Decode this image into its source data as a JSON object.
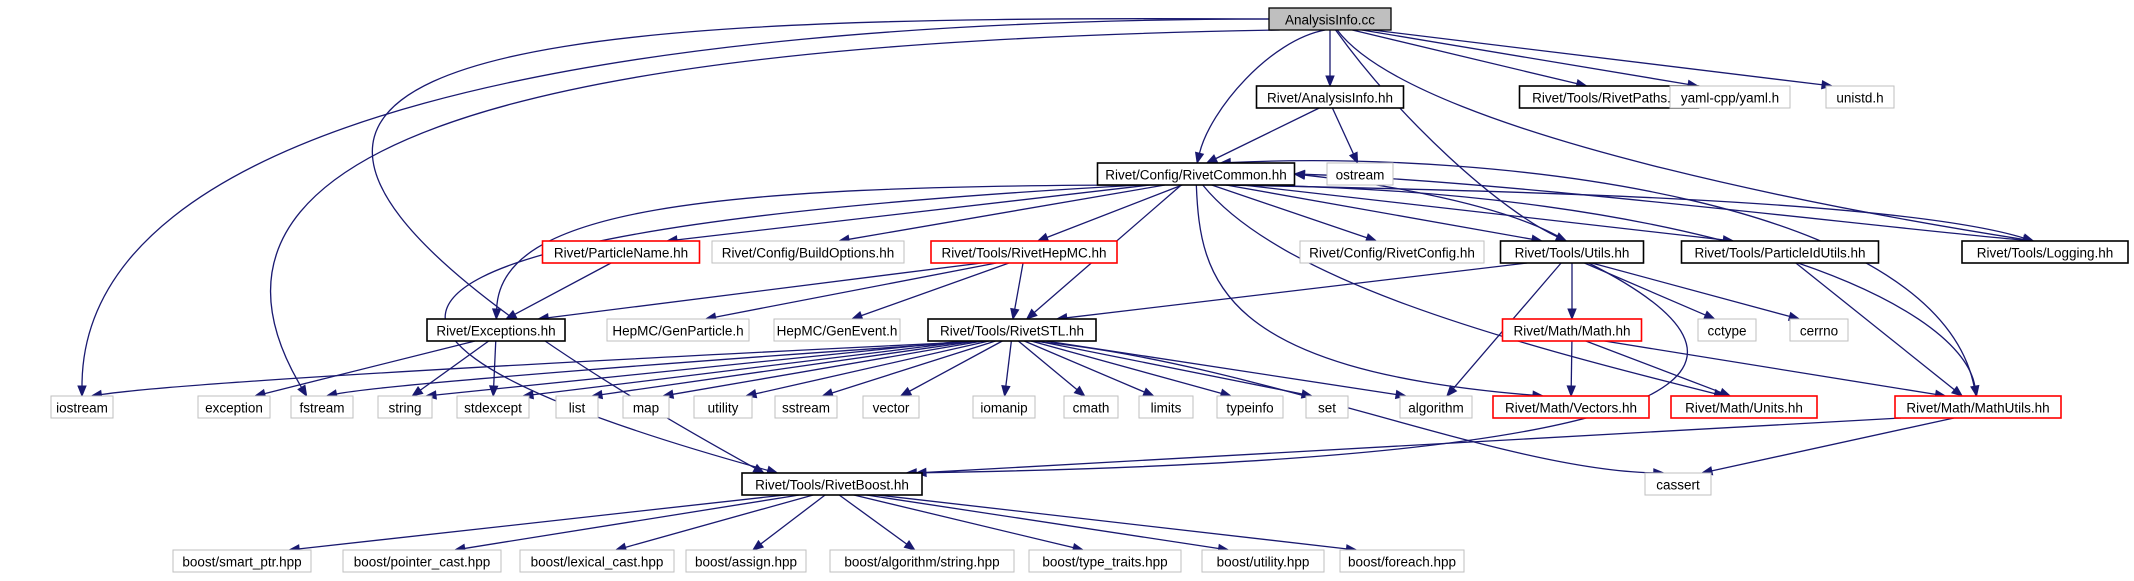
{
  "graph": {
    "nodes": [
      {
        "id": "analysisinfo_cc",
        "label": "AnalysisInfo.cc",
        "style": "root"
      },
      {
        "id": "rivet_analysisinfo_hh",
        "label": "Rivet/AnalysisInfo.hh",
        "style": "documented"
      },
      {
        "id": "rivet_tools_rivetpaths_hh",
        "label": "Rivet/Tools/RivetPaths.hh",
        "style": "documented"
      },
      {
        "id": "yaml_cpp_yaml_h",
        "label": "yaml-cpp/yaml.h",
        "style": "external"
      },
      {
        "id": "unistd_h",
        "label": "unistd.h",
        "style": "external"
      },
      {
        "id": "rivet_config_rivetcommon_hh",
        "label": "Rivet/Config/RivetCommon.hh",
        "style": "documented"
      },
      {
        "id": "ostream",
        "label": "ostream",
        "style": "external"
      },
      {
        "id": "rivet_particlename_hh",
        "label": "Rivet/ParticleName.hh",
        "style": "truncated"
      },
      {
        "id": "rivet_config_buildoptions_hh",
        "label": "Rivet/Config/BuildOptions.hh",
        "style": "external"
      },
      {
        "id": "rivet_tools_rivethepmc_hh",
        "label": "Rivet/Tools/RivetHepMC.hh",
        "style": "truncated"
      },
      {
        "id": "rivet_config_rivetconfig_hh",
        "label": "Rivet/Config/RivetConfig.hh",
        "style": "external"
      },
      {
        "id": "rivet_tools_utils_hh",
        "label": "Rivet/Tools/Utils.hh",
        "style": "documented"
      },
      {
        "id": "rivet_tools_particleidutils_hh",
        "label": "Rivet/Tools/ParticleIdUtils.hh",
        "style": "documented"
      },
      {
        "id": "rivet_tools_logging_hh",
        "label": "Rivet/Tools/Logging.hh",
        "style": "documented"
      },
      {
        "id": "rivet_exceptions_hh",
        "label": "Rivet/Exceptions.hh",
        "style": "documented"
      },
      {
        "id": "hepmc_genparticle_h",
        "label": "HepMC/GenParticle.h",
        "style": "external"
      },
      {
        "id": "hepmc_genevent_h",
        "label": "HepMC/GenEvent.h",
        "style": "external"
      },
      {
        "id": "rivet_tools_rivetstl_hh",
        "label": "Rivet/Tools/RivetSTL.hh",
        "style": "documented"
      },
      {
        "id": "rivet_math_math_hh",
        "label": "Rivet/Math/Math.hh",
        "style": "truncated"
      },
      {
        "id": "cctype",
        "label": "cctype",
        "style": "external"
      },
      {
        "id": "cerrno",
        "label": "cerrno",
        "style": "external"
      },
      {
        "id": "iostream",
        "label": "iostream",
        "style": "external"
      },
      {
        "id": "exception",
        "label": "exception",
        "style": "external"
      },
      {
        "id": "fstream",
        "label": "fstream",
        "style": "external"
      },
      {
        "id": "string",
        "label": "string",
        "style": "external"
      },
      {
        "id": "stdexcept",
        "label": "stdexcept",
        "style": "external"
      },
      {
        "id": "list",
        "label": "list",
        "style": "external"
      },
      {
        "id": "map",
        "label": "map",
        "style": "external"
      },
      {
        "id": "utility",
        "label": "utility",
        "style": "external"
      },
      {
        "id": "sstream",
        "label": "sstream",
        "style": "external"
      },
      {
        "id": "vector",
        "label": "vector",
        "style": "external"
      },
      {
        "id": "iomanip",
        "label": "iomanip",
        "style": "external"
      },
      {
        "id": "cmath",
        "label": "cmath",
        "style": "external"
      },
      {
        "id": "limits",
        "label": "limits",
        "style": "external"
      },
      {
        "id": "typeinfo",
        "label": "typeinfo",
        "style": "external"
      },
      {
        "id": "set",
        "label": "set",
        "style": "external"
      },
      {
        "id": "algorithm",
        "label": "algorithm",
        "style": "external"
      },
      {
        "id": "rivet_math_vectors_hh",
        "label": "Rivet/Math/Vectors.hh",
        "style": "truncated"
      },
      {
        "id": "rivet_math_units_hh",
        "label": "Rivet/Math/Units.hh",
        "style": "truncated"
      },
      {
        "id": "rivet_math_mathutils_hh",
        "label": "Rivet/Math/MathUtils.hh",
        "style": "truncated"
      },
      {
        "id": "rivet_tools_rivetboost_hh",
        "label": "Rivet/Tools/RivetBoost.hh",
        "style": "documented"
      },
      {
        "id": "cassert",
        "label": "cassert",
        "style": "external"
      },
      {
        "id": "boost_smart_ptr_hpp",
        "label": "boost/smart_ptr.hpp",
        "style": "external"
      },
      {
        "id": "boost_pointer_cast_hpp",
        "label": "boost/pointer_cast.hpp",
        "style": "external"
      },
      {
        "id": "boost_lexical_cast_hpp",
        "label": "boost/lexical_cast.hpp",
        "style": "external"
      },
      {
        "id": "boost_assign_hpp",
        "label": "boost/assign.hpp",
        "style": "external"
      },
      {
        "id": "boost_algorithm_string_hpp",
        "label": "boost/algorithm/string.hpp",
        "style": "external"
      },
      {
        "id": "boost_type_traits_hpp",
        "label": "boost/type_traits.hpp",
        "style": "external"
      },
      {
        "id": "boost_utility_hpp",
        "label": "boost/utility.hpp",
        "style": "external"
      },
      {
        "id": "boost_foreach_hpp",
        "label": "boost/foreach.hpp",
        "style": "external"
      }
    ],
    "edges": [
      [
        "analysisinfo_cc",
        "rivet_analysisinfo_hh"
      ],
      [
        "analysisinfo_cc",
        "rivet_config_rivetcommon_hh"
      ],
      [
        "analysisinfo_cc",
        "rivet_tools_rivetpaths_hh"
      ],
      [
        "analysisinfo_cc",
        "yaml_cpp_yaml_h"
      ],
      [
        "analysisinfo_cc",
        "unistd_h"
      ],
      [
        "analysisinfo_cc",
        "rivet_tools_logging_hh"
      ],
      [
        "analysisinfo_cc",
        "rivet_tools_utils_hh"
      ],
      [
        "analysisinfo_cc",
        "iostream"
      ],
      [
        "analysisinfo_cc",
        "fstream"
      ],
      [
        "analysisinfo_cc",
        "rivet_tools_rivetboost_hh"
      ],
      [
        "rivet_analysisinfo_hh",
        "rivet_config_rivetcommon_hh"
      ],
      [
        "rivet_analysisinfo_hh",
        "ostream"
      ],
      [
        "rivet_config_rivetcommon_hh",
        "rivet_particlename_hh"
      ],
      [
        "rivet_config_rivetcommon_hh",
        "rivet_config_buildoptions_hh"
      ],
      [
        "rivet_config_rivetcommon_hh",
        "rivet_tools_rivethepmc_hh"
      ],
      [
        "rivet_config_rivetcommon_hh",
        "rivet_config_rivetconfig_hh"
      ],
      [
        "rivet_config_rivetcommon_hh",
        "rivet_tools_utils_hh"
      ],
      [
        "rivet_config_rivetcommon_hh",
        "rivet_tools_particleidutils_hh"
      ],
      [
        "rivet_config_rivetcommon_hh",
        "rivet_tools_logging_hh"
      ],
      [
        "rivet_config_rivetcommon_hh",
        "rivet_exceptions_hh"
      ],
      [
        "rivet_config_rivetcommon_hh",
        "rivet_tools_rivetstl_hh"
      ],
      [
        "rivet_config_rivetcommon_hh",
        "rivet_math_vectors_hh"
      ],
      [
        "rivet_config_rivetcommon_hh",
        "rivet_math_units_hh"
      ],
      [
        "rivet_config_rivetcommon_hh",
        "rivet_math_mathutils_hh"
      ],
      [
        "rivet_config_rivetcommon_hh",
        "rivet_tools_rivetboost_hh"
      ],
      [
        "rivet_tools_logging_hh",
        "rivet_config_rivetcommon_hh"
      ],
      [
        "rivet_tools_utils_hh",
        "rivet_config_rivetcommon_hh"
      ],
      [
        "rivet_math_mathutils_hh",
        "rivet_config_rivetcommon_hh"
      ],
      [
        "rivet_particlename_hh",
        "rivet_exceptions_hh"
      ],
      [
        "rivet_tools_rivethepmc_hh",
        "rivet_exceptions_hh"
      ],
      [
        "rivet_tools_rivethepmc_hh",
        "hepmc_genparticle_h"
      ],
      [
        "rivet_tools_rivethepmc_hh",
        "hepmc_genevent_h"
      ],
      [
        "rivet_tools_rivethepmc_hh",
        "rivet_tools_rivetstl_hh"
      ],
      [
        "rivet_tools_utils_hh",
        "rivet_tools_rivetstl_hh"
      ],
      [
        "rivet_tools_utils_hh",
        "rivet_math_math_hh"
      ],
      [
        "rivet_tools_utils_hh",
        "cctype"
      ],
      [
        "rivet_tools_utils_hh",
        "cerrno"
      ],
      [
        "rivet_tools_utils_hh",
        "algorithm"
      ],
      [
        "rivet_tools_utils_hh",
        "rivet_tools_rivetboost_hh"
      ],
      [
        "rivet_tools_particleidutils_hh",
        "rivet_math_mathutils_hh"
      ],
      [
        "rivet_exceptions_hh",
        "exception"
      ],
      [
        "rivet_exceptions_hh",
        "string"
      ],
      [
        "rivet_exceptions_hh",
        "stdexcept"
      ],
      [
        "rivet_tools_rivetstl_hh",
        "iostream"
      ],
      [
        "rivet_tools_rivetstl_hh",
        "fstream"
      ],
      [
        "rivet_tools_rivetstl_hh",
        "string"
      ],
      [
        "rivet_tools_rivetstl_hh",
        "stdexcept"
      ],
      [
        "rivet_tools_rivetstl_hh",
        "list"
      ],
      [
        "rivet_tools_rivetstl_hh",
        "map"
      ],
      [
        "rivet_tools_rivetstl_hh",
        "utility"
      ],
      [
        "rivet_tools_rivetstl_hh",
        "sstream"
      ],
      [
        "rivet_tools_rivetstl_hh",
        "vector"
      ],
      [
        "rivet_tools_rivetstl_hh",
        "iomanip"
      ],
      [
        "rivet_tools_rivetstl_hh",
        "cmath"
      ],
      [
        "rivet_tools_rivetstl_hh",
        "limits"
      ],
      [
        "rivet_tools_rivetstl_hh",
        "typeinfo"
      ],
      [
        "rivet_tools_rivetstl_hh",
        "set"
      ],
      [
        "rivet_tools_rivetstl_hh",
        "algorithm"
      ],
      [
        "rivet_tools_rivetstl_hh",
        "cassert"
      ],
      [
        "rivet_math_math_hh",
        "rivet_math_vectors_hh"
      ],
      [
        "rivet_math_math_hh",
        "rivet_math_units_hh"
      ],
      [
        "rivet_math_math_hh",
        "rivet_math_mathutils_hh"
      ],
      [
        "rivet_math_mathutils_hh",
        "rivet_tools_rivetboost_hh"
      ],
      [
        "rivet_math_mathutils_hh",
        "cassert"
      ],
      [
        "rivet_tools_rivetboost_hh",
        "boost_smart_ptr_hpp"
      ],
      [
        "rivet_tools_rivetboost_hh",
        "boost_pointer_cast_hpp"
      ],
      [
        "rivet_tools_rivetboost_hh",
        "boost_lexical_cast_hpp"
      ],
      [
        "rivet_tools_rivetboost_hh",
        "boost_assign_hpp"
      ],
      [
        "rivet_tools_rivetboost_hh",
        "boost_algorithm_string_hpp"
      ],
      [
        "rivet_tools_rivetboost_hh",
        "boost_type_traits_hpp"
      ],
      [
        "rivet_tools_rivetboost_hh",
        "boost_utility_hpp"
      ],
      [
        "rivet_tools_rivetboost_hh",
        "boost_foreach_hpp"
      ]
    ]
  },
  "colors": {
    "edge": "#191970",
    "root_fill": "#bfbfbf",
    "root_border": "#000000",
    "documented_border": "#000000",
    "truncated_border": "#ff0000",
    "external_border": "#bfbfbf",
    "text": "#000000"
  }
}
